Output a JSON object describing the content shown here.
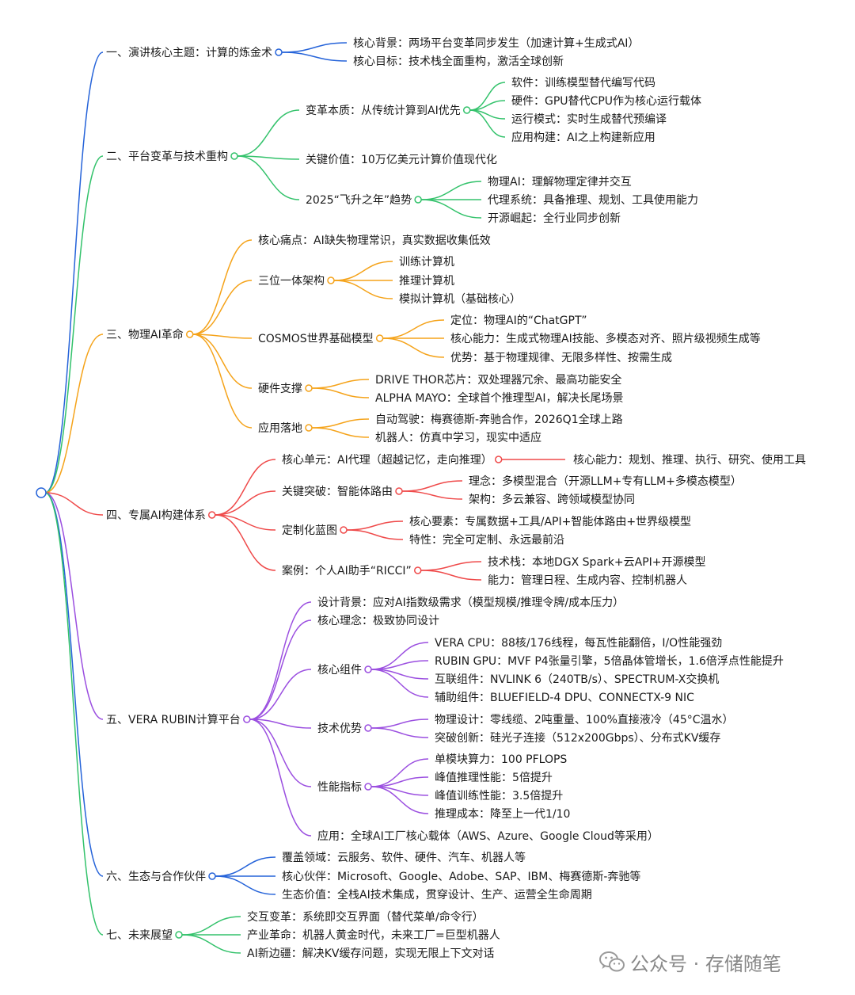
{
  "colors": {
    "b1": "#2563d9",
    "b2": "#33c26b",
    "b3": "#f5a31a",
    "b4": "#ef4a4a",
    "b5": "#9b4fe0",
    "b6": "#2563d9",
    "b7": "#33c26b"
  },
  "mindmap": {
    "branches": [
      {
        "label": "一、演讲核心主题：计算的炼金术",
        "children": [
          {
            "label": "核心背景：两场平台变革同步发生（加速计算+生成式AI）"
          },
          {
            "label": "核心目标：技术栈全面重构，激活全球创新"
          }
        ]
      },
      {
        "label": "二、平台变革与技术重构",
        "children": [
          {
            "label": "变革本质：从传统计算到AI优先",
            "children": [
              {
                "label": "软件：训练模型替代编写代码"
              },
              {
                "label": "硬件：GPU替代CPU作为核心运行载体"
              },
              {
                "label": "运行模式：实时生成替代预编译"
              },
              {
                "label": "应用构建：AI之上构建新应用"
              }
            ]
          },
          {
            "label": "关键价值：10万亿美元计算价值现代化"
          },
          {
            "label": "2025“飞升之年”趋势",
            "children": [
              {
                "label": "物理AI：理解物理定律并交互"
              },
              {
                "label": "代理系统：具备推理、规划、工具使用能力"
              },
              {
                "label": "开源崛起：全行业同步创新"
              }
            ]
          }
        ]
      },
      {
        "label": "三、物理AI革命",
        "children": [
          {
            "label": "核心痛点：AI缺失物理常识，真实数据收集低效"
          },
          {
            "label": "三位一体架构",
            "children": [
              {
                "label": "训练计算机"
              },
              {
                "label": "推理计算机"
              },
              {
                "label": "模拟计算机（基础核心）"
              }
            ]
          },
          {
            "label": "COSMOS世界基础模型",
            "children": [
              {
                "label": "定位：物理AI的“ChatGPT”"
              },
              {
                "label": "核心能力：生成式物理AI技能、多模态对齐、照片级视频生成等"
              },
              {
                "label": "优势：基于物理规律、无限多样性、按需生成"
              }
            ]
          },
          {
            "label": "硬件支撑",
            "children": [
              {
                "label": "DRIVE THOR芯片：双处理器冗余、最高功能安全"
              },
              {
                "label": "ALPHA MAYO：全球首个推理型AI，解决长尾场景"
              }
            ]
          },
          {
            "label": "应用落地",
            "children": [
              {
                "label": "自动驾驶：梅赛德斯-奔驰合作，2026Q1全球上路"
              },
              {
                "label": "机器人：仿真中学习，现实中适应"
              }
            ]
          }
        ]
      },
      {
        "label": "四、专属AI构建体系",
        "children": [
          {
            "label": "核心单元：AI代理（超越记忆，走向推理）",
            "children": [
              {
                "label": "核心能力：规划、推理、执行、研究、使用工具"
              }
            ]
          },
          {
            "label": "关键突破：智能体路由",
            "children": [
              {
                "label": "理念：多模型混合（开源LLM+专有LLM+多模态模型）"
              },
              {
                "label": "架构：多云兼容、跨领域模型协同"
              }
            ]
          },
          {
            "label": "定制化蓝图",
            "children": [
              {
                "label": "核心要素：专属数据+工具/API+智能体路由+世界级模型"
              },
              {
                "label": "特性：完全可定制、永远最前沿"
              }
            ]
          },
          {
            "label": "案例：个人AI助手“RICCI”",
            "children": [
              {
                "label": "技术栈：本地DGX Spark+云API+开源模型"
              },
              {
                "label": "能力：管理日程、生成内容、控制机器人"
              }
            ]
          }
        ]
      },
      {
        "label": "五、VERA RUBIN计算平台",
        "children": [
          {
            "label": "设计背景：应对AI指数级需求（模型规模/推理令牌/成本压力）"
          },
          {
            "label": "核心理念：极致协同设计"
          },
          {
            "label": "核心组件",
            "children": [
              {
                "label": "VERA CPU：88核/176线程，每瓦性能翻倍，I/O性能强劲"
              },
              {
                "label": "RUBIN GPU：MVF P4张量引擎，5倍晶体管增长，1.6倍浮点性能提升"
              },
              {
                "label": "互联组件：NVLINK 6（240TB/s）、SPECTRUM-X交换机"
              },
              {
                "label": "辅助组件：BLUEFIELD-4 DPU、CONNECTX-9 NIC"
              }
            ]
          },
          {
            "label": "技术优势",
            "children": [
              {
                "label": "物理设计：零线缆、2吨重量、100%直接液冷（45°C温水）"
              },
              {
                "label": "突破创新：硅光子连接（512x200Gbps）、分布式KV缓存"
              }
            ]
          },
          {
            "label": "性能指标",
            "children": [
              {
                "label": "单模块算力：100 PFLOPS"
              },
              {
                "label": "峰值推理性能：5倍提升"
              },
              {
                "label": "峰值训练性能：3.5倍提升"
              },
              {
                "label": "推理成本：降至上一代1/10"
              }
            ]
          },
          {
            "label": "应用：全球AI工厂核心载体（AWS、Azure、Google Cloud等采用）"
          }
        ]
      },
      {
        "label": "六、生态与合作伙伴",
        "children": [
          {
            "label": "覆盖领域：云服务、软件、硬件、汽车、机器人等"
          },
          {
            "label": "核心伙伴：Microsoft、Google、Adobe、SAP、IBM、梅赛德斯-奔驰等"
          },
          {
            "label": "生态价值：全栈AI技术集成，贯穿设计、生产、运营全生命周期"
          }
        ]
      },
      {
        "label": "七、未来展望",
        "children": [
          {
            "label": "交互变革：系统即交互界面（替代菜单/命令行）"
          },
          {
            "label": "产业革命：机器人黄金时代，未来工厂=巨型机器人"
          },
          {
            "label": "AI新边疆：解决KV缓存问题，实现无限上下文对话"
          }
        ]
      }
    ]
  },
  "watermark": {
    "icon": "wechat-icon",
    "text": "公众号 · 存储随笔"
  }
}
